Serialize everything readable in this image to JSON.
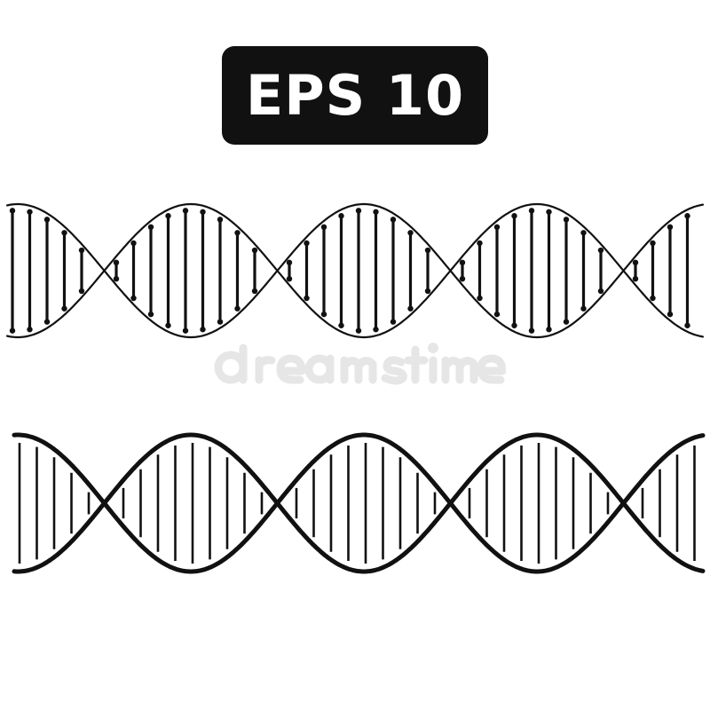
{
  "badge": {
    "text": "EPS 10"
  },
  "colors": {
    "ink": "#111111",
    "badge_background": "#111111",
    "badge_text": "#ffffff",
    "background": "#ffffff"
  },
  "helices": [
    {
      "name": "dna-helix-thin",
      "style": "thin strands, base pairs with dot ends"
    },
    {
      "name": "dna-helix-bold",
      "style": "bold strands, plain base pairs"
    }
  ]
}
